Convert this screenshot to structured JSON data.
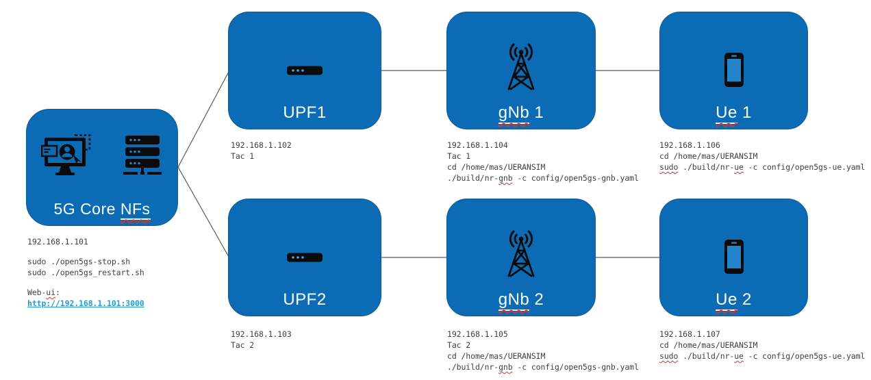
{
  "colors": {
    "node_fill": "#0b6cb5",
    "node_border": "#0a5a96",
    "connector": "#595959",
    "body_text": "#3f3f3f",
    "link": "#1e9cd7",
    "squiggle": "#d0342c",
    "label_text": "#ffffff",
    "icon_black": "#0b0b0b"
  },
  "icons": {
    "core": [
      "workstation-avatar-icon",
      "server-rack-icon"
    ],
    "upf": "network-device-icon",
    "gnb": "radio-tower-icon",
    "ue": "smartphone-icon"
  },
  "nodes": {
    "core": {
      "label": [
        {
          "t": "5G Core "
        },
        {
          "t": "NFs",
          "k": "err"
        }
      ],
      "info": [
        [
          {
            "t": "192.168.1.101"
          }
        ],
        [],
        [
          {
            "t": "sudo ./open5gs-stop.sh"
          }
        ],
        [
          {
            "t": "sudo ./open5gs_restart.sh"
          }
        ],
        [],
        [
          {
            "t": "Web-"
          },
          {
            "t": "ui",
            "k": "err"
          },
          {
            "t": ":"
          }
        ],
        [
          {
            "t": "http://192.168.1.101:3000",
            "k": "link"
          }
        ]
      ]
    },
    "upf1": {
      "label": [
        {
          "t": "UPF1"
        }
      ],
      "info": [
        [
          {
            "t": "192.168.1.102"
          }
        ],
        [
          {
            "t": "Tac 1"
          }
        ]
      ]
    },
    "gnb1": {
      "label": [
        {
          "t": "gNb",
          "k": "err"
        },
        {
          "t": " 1"
        }
      ],
      "info": [
        [
          {
            "t": "192.168.1.104"
          }
        ],
        [
          {
            "t": "Tac 1"
          }
        ],
        [
          {
            "t": "cd /home/mas/UERANSIM"
          }
        ],
        [
          {
            "t": "./build/nr-"
          },
          {
            "t": "gnb",
            "k": "err"
          },
          {
            "t": " -c config/open5gs-gnb.yaml"
          }
        ]
      ]
    },
    "ue1": {
      "label": [
        {
          "t": "Ue",
          "k": "err"
        },
        {
          "t": " 1"
        }
      ],
      "info": [
        [
          {
            "t": "192.168.1.106"
          }
        ],
        [
          {
            "t": "cd /home/mas/UERANSIM"
          }
        ],
        [
          {
            "t": "sudo",
            "k": "err"
          },
          {
            "t": " ./build/nr-"
          },
          {
            "t": "ue",
            "k": "err"
          },
          {
            "t": " -c config/open5gs-ue.yaml"
          }
        ]
      ]
    },
    "upf2": {
      "label": [
        {
          "t": "UPF2"
        }
      ],
      "info": [
        [
          {
            "t": "192.168.1.103"
          }
        ],
        [
          {
            "t": "Tac 2"
          }
        ]
      ]
    },
    "gnb2": {
      "label": [
        {
          "t": "gNb",
          "k": "err"
        },
        {
          "t": " 2"
        }
      ],
      "info": [
        [
          {
            "t": "192.168.1.105"
          }
        ],
        [
          {
            "t": "Tac 2"
          }
        ],
        [
          {
            "t": "cd /home/mas/UERANSIM"
          }
        ],
        [
          {
            "t": "./build/nr-"
          },
          {
            "t": "gnb",
            "k": "err"
          },
          {
            "t": " -c config/open5gs-gnb.yaml"
          }
        ]
      ]
    },
    "ue2": {
      "label": [
        {
          "t": "Ue",
          "k": "err"
        },
        {
          "t": " 2"
        }
      ],
      "info": [
        [
          {
            "t": "192.168.1.107"
          }
        ],
        [
          {
            "t": "cd /home/mas/UERANSIM"
          }
        ],
        [
          {
            "t": "sudo",
            "k": "err"
          },
          {
            "t": " ./build/nr-"
          },
          {
            "t": "ue",
            "k": "err"
          },
          {
            "t": " -c config/open5gs-ue.yaml"
          }
        ]
      ]
    }
  }
}
